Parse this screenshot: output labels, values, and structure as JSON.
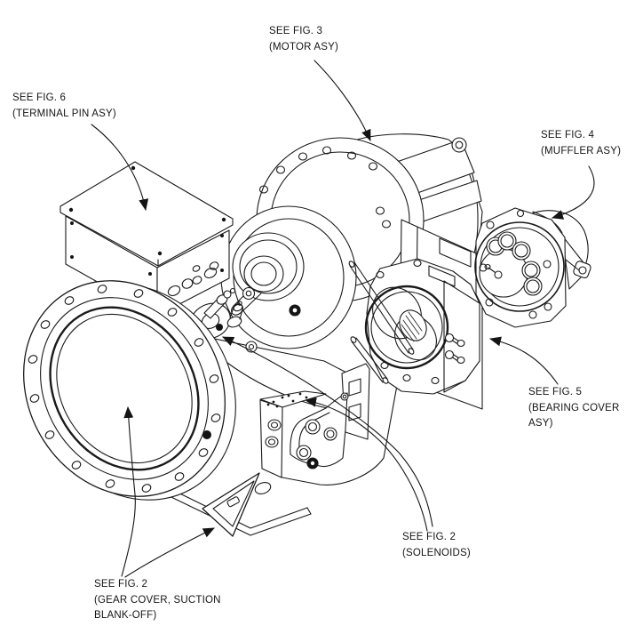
{
  "figure": {
    "type": "exploded-isometric-technical-illustration",
    "subject": "screw compressor assembly overview",
    "background_color": "#ffffff",
    "line_color": "#1a1a1a",
    "callouts": [
      {
        "id": "motor",
        "points_to": "motor assembly cylinder",
        "lines": [
          "SEE FIG. 3",
          "(MOTOR ASY)",
          ""
        ]
      },
      {
        "id": "terminal-pin",
        "points_to": "terminal box on top of housing",
        "lines": [
          "SEE FIG. 6",
          "(TERMINAL PIN ASY)",
          ""
        ]
      },
      {
        "id": "muffler",
        "points_to": "muffler flange at right",
        "lines": [
          "SEE FIG. 4",
          "(MUFFLER ASY)",
          ""
        ]
      },
      {
        "id": "bearing-cover",
        "points_to": "bearing cover housing",
        "lines": [
          "SEE FIG. 5",
          "(BEARING COVER",
          "ASY)"
        ]
      },
      {
        "id": "solenoids",
        "points_to": "solenoid manifold block",
        "lines": [
          "SEE FIG. 2",
          "(SOLENOIDS)",
          ""
        ]
      },
      {
        "id": "gear-cover",
        "points_to": "gear cover oval flange and suction blank-off foot",
        "lines": [
          "SEE FIG. 2",
          "(GEAR COVER, SUCTION",
          "BLANK-OFF)"
        ]
      }
    ],
    "parts": [
      "gear-cover-oval-flange",
      "terminal-box",
      "motor-cylinder",
      "bearing-cover-housing",
      "muffler-flange",
      "solenoid-block",
      "suction-blank-off-foot",
      "terminal-pin-hub",
      "tie-rods"
    ]
  }
}
